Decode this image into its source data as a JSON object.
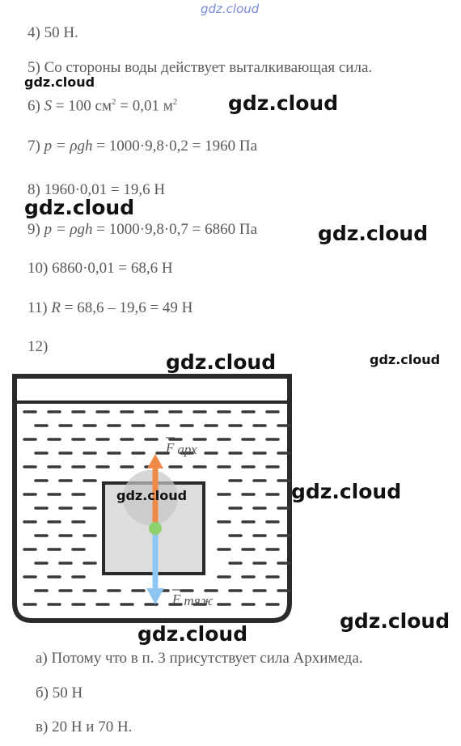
{
  "watermarks": {
    "top": "gdz.cloud",
    "text": "gdz.cloud"
  },
  "lines": [
    {
      "num": "4)",
      "text": "50 Н."
    },
    {
      "num": "5)",
      "text": "Со стороны воды действует выталкивающая сила."
    },
    {
      "num": "6)",
      "lhs": "S",
      "text": " = 100 см",
      "sup1": "2",
      "mid": " = 0,01 м",
      "sup2": "2"
    },
    {
      "num": "7)",
      "lhs": "p = ρgh",
      "text": " = 1000·9,8·0,2 = 1960 Па"
    },
    {
      "num": "8)",
      "text": "1960·0,01 = 19,6 Н"
    },
    {
      "num": "9)",
      "lhs": "p = ρgh",
      "text": " = 1000·9,8·0,7 = 6860 Па"
    },
    {
      "num": "10)",
      "text": "6860·0,01 = 68,6 Н"
    },
    {
      "num": "11)",
      "lhs": "R",
      "text": " = 68,6 – 19,6 = 49 Н"
    },
    {
      "num": "12)",
      "text": ""
    }
  ],
  "figure": {
    "f_arch": "F",
    "f_arch_sub": "арх",
    "f_grav": "F",
    "f_grav_sub": "тяж",
    "colors": {
      "arch_arrow": "#f08a4b",
      "grav_arrow": "#8ec8f2",
      "center_dot": "#8fd16f",
      "block_fill": "#dedcdc"
    }
  },
  "answers": [
    {
      "label": "а)",
      "text": "Потому что в п. 3 присутствует сила Архимеда."
    },
    {
      "label": "б)",
      "text": "50 Н"
    },
    {
      "label": "в)",
      "text": "20 Н и 70 Н."
    }
  ]
}
